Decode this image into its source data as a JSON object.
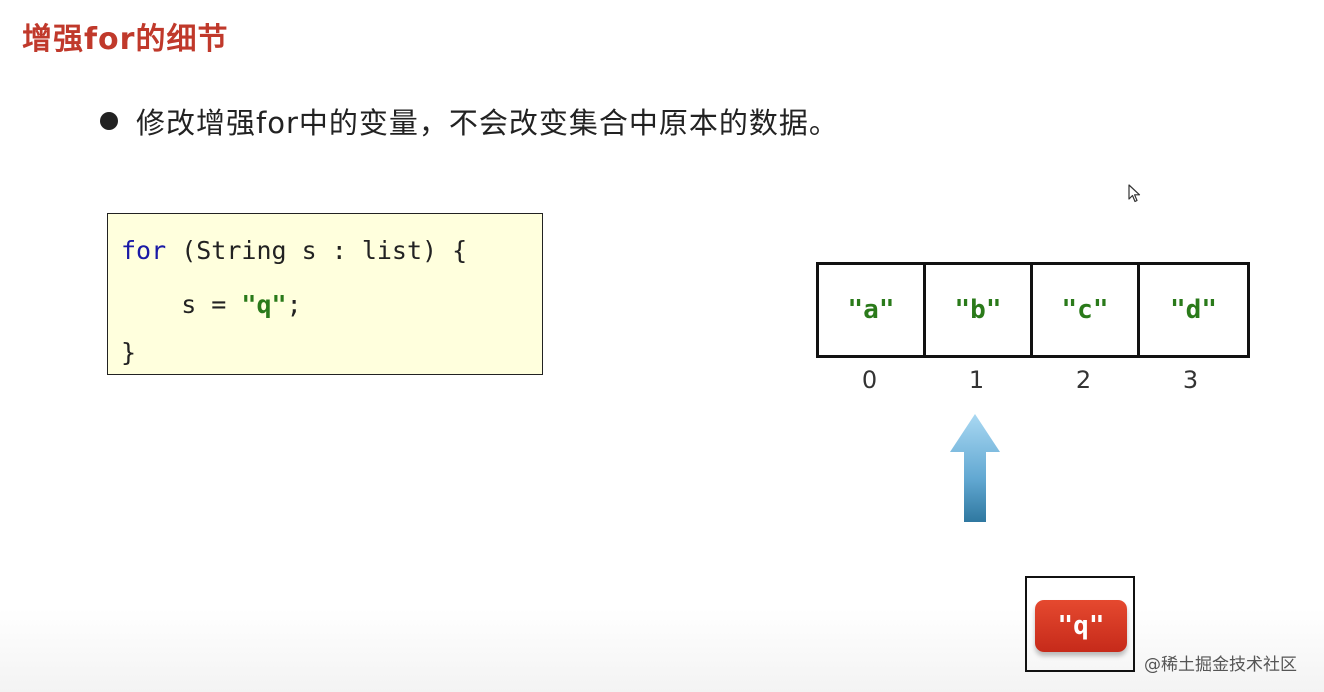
{
  "title": "增强for的细节",
  "bullet": "修改增强for中的变量，不会改变集合中原本的数据。",
  "code": {
    "line1_kw": "for",
    "line1_rest": " (String s : list) {",
    "line2_pre": "    s = ",
    "line2_str": "\"q\"",
    "line2_post": ";",
    "line3": "}"
  },
  "array": {
    "cells": [
      "\"a\"",
      "\"b\"",
      "\"c\"",
      "\"d\""
    ],
    "indices": [
      "0",
      "1",
      "2",
      "3"
    ]
  },
  "new_value": "\"q\"",
  "watermark": "@稀土掘金技术社区",
  "icons": {
    "cursor": "mouse-pointer-icon",
    "arrow": "up-arrow-icon"
  },
  "colors": {
    "title": "#c0392b",
    "string_literal": "#2a7a1a",
    "keyword": "#1a1aa6",
    "code_bg": "#ffffdd",
    "pill": "#d03520",
    "arrow": "#7ec0e4"
  }
}
